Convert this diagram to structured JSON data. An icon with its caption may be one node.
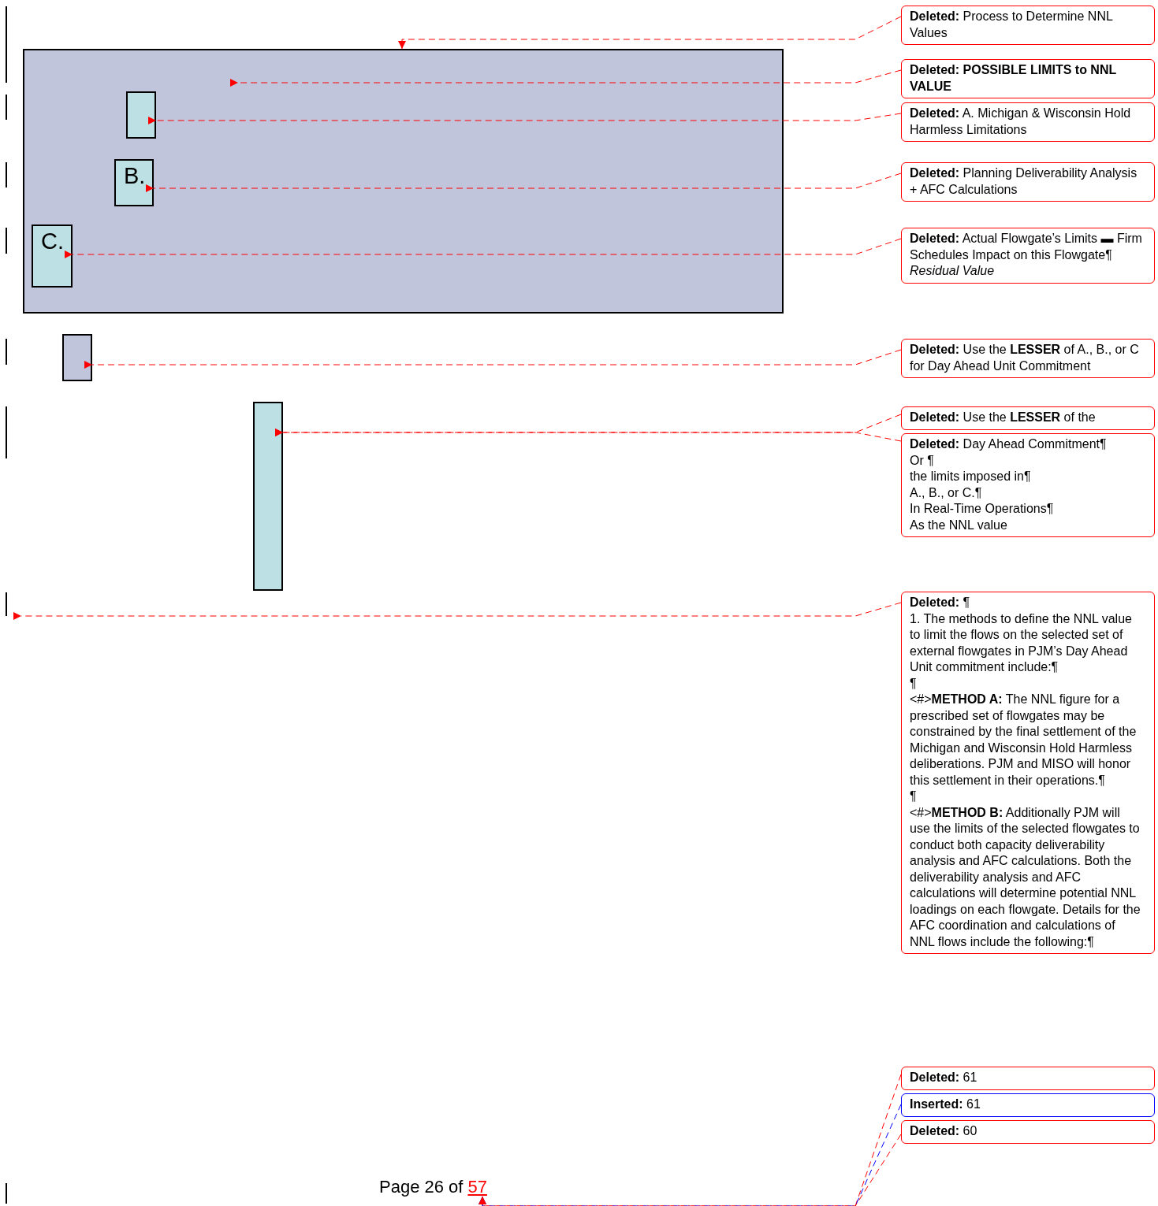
{
  "diagram": {
    "nodes": [
      {
        "text": [],
        "shape": "box"
      },
      {
        "text": [],
        "shape": "box",
        "in": 0
      },
      {
        "text": [
          "B."
        ],
        "in": 0
      },
      {
        "text": [
          "C."
        ],
        "in": 0
      },
      {
        "text": [],
        "shape": "box"
      },
      {
        "text": [],
        "shape": "box"
      },
      {
        "text": [
          "**Deleted:** Process to Determine NNL Values"
        ]
      },
      {
        "text": [
          "**Deleted: POSSIBLE LIMITS to NNL VALUE**"
        ]
      },
      {
        "text": [
          "**Deleted:** A. Michigan & Wisconsin Hold Harmless Limitations"
        ]
      },
      {
        "text": [
          "**Deleted:** Planning Deliverability Analysis + AFC Calculations"
        ]
      },
      {
        "text": [
          "**Deleted:** Actual Flowgate’s Limits ▬ Firm Schedules Impact on this Flowgate¶",
          "*Residual Value*"
        ]
      },
      {
        "text": [
          "**Deleted:** Use the **LESSER** of A., B., or C for Day Ahead Unit Commitment"
        ]
      },
      {
        "text": [
          "**Deleted:** Use the **LESSER** of the"
        ]
      },
      {
        "text": [
          "**Deleted:** Day Ahead Commitment¶",
          "Or ¶",
          "the limits imposed in¶",
          "A., B., or C.¶",
          "In Real-Time Operations¶",
          "As the NNL value"
        ]
      },
      {
        "text": [
          "**Deleted:** ¶",
          "1. The methods to define the NNL value to limit the flows on the selected set of external flowgates in PJM’s Day Ahead Unit commitment include:¶",
          "¶",
          "<#>**METHOD A:** The NNL figure for a prescribed set of flowgates may be constrained by the final settlement of the Michigan and Wisconsin Hold Harmless deliberations. PJM and MISO will honor this settlement in their operations.¶",
          "¶",
          "<#>**METHOD B:** Additionally PJM will use the limits of the selected flowgates to conduct both capacity deliverability analysis and AFC calculations. Both the deliverability analysis and AFC calculations will determine potential NNL loadings on each flowgate. Details for the AFC coordination and calculations of NNL flows include the following:¶"
        ]
      },
      {
        "text": [
          "**Deleted:** 61"
        ]
      },
      {
        "text": [
          "**Inserted:** 61"
        ]
      },
      {
        "text": [
          "**Deleted:** 60"
        ]
      },
      {
        "text": [
          "57"
        ]
      }
    ],
    "edges": [
      {
        "from": 6,
        "to": 0,
        "arrow": "to",
        "style": "dashed"
      },
      {
        "from": 7,
        "to": 0,
        "arrow": "to",
        "style": "dashed"
      },
      {
        "from": 8,
        "to": 1,
        "arrow": "to",
        "style": "dashed"
      },
      {
        "from": 9,
        "to": 2,
        "arrow": "to",
        "style": "dashed"
      },
      {
        "from": 10,
        "to": 3,
        "arrow": "to",
        "style": "dashed"
      },
      {
        "from": 11,
        "to": 4,
        "arrow": "to",
        "style": "dashed"
      },
      {
        "from": 12,
        "to": 5,
        "arrow": "to",
        "style": "dashed"
      },
      {
        "from": 13,
        "to": 5,
        "arrow": "to",
        "style": "dashed"
      },
      {
        "from": 14,
        "to": null,
        "arrow": "to",
        "style": "dashed"
      },
      {
        "from": 15,
        "to": 18,
        "arrow": "to",
        "style": "dashed"
      },
      {
        "from": 16,
        "to": 18,
        "arrow": "to",
        "style": "dashed",
        "color": "#0000ff"
      },
      {
        "from": 17,
        "to": 18,
        "arrow": "to",
        "style": "dashed"
      }
    ],
    "labels": [
      "Page 26 of"
    ]
  }
}
